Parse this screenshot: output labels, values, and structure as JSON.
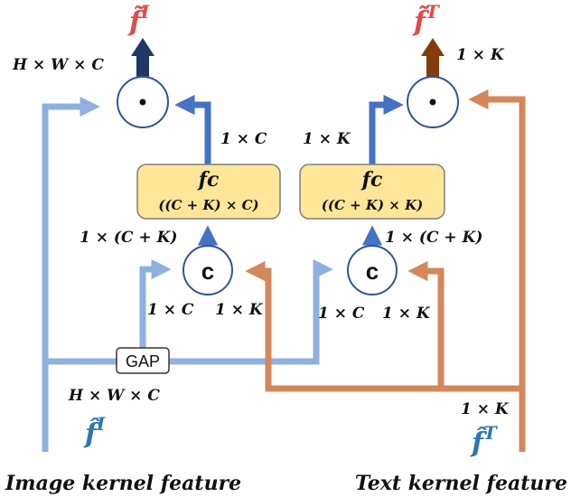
{
  "outputs": {
    "image": "f̃ I",
    "image_base": "f̃",
    "image_sup": "I",
    "text_base": "f̃",
    "text_sup": "T"
  },
  "inputs": {
    "image_base": "f̂",
    "image_sup": "I",
    "text_base": "f̂",
    "text_sup": "T"
  },
  "operators": {
    "multiply": "•",
    "concat": "c"
  },
  "fc_left": {
    "title": "fc",
    "dims": "((C + K) × C)"
  },
  "fc_right": {
    "title": "fc",
    "dims": "((C + K) × K)"
  },
  "gap_label": "GAP",
  "dims": {
    "hwc_top": "H × W × C",
    "hwc_bottom": "H × W × C",
    "one_k_top": "1 × K",
    "one_c_left": "1 × C",
    "one_k_mid": "1 × K",
    "one_ck_left": "1 × (C + K)",
    "one_ck_right": "1 × (C + K)",
    "concat_left_c": "1 × C",
    "concat_left_k": "1 × K",
    "concat_right_c": "1 × C",
    "concat_right_k": "1 × K",
    "one_k_bottom": "1 × K"
  },
  "captions": {
    "image": "Image kernel feature",
    "text": "Text kernel feature"
  },
  "colors": {
    "light_blue": "#8FB0E0",
    "blue": "#4472C4",
    "orange": "#D4875A",
    "dark_navy": "#1F3864",
    "dark_brown": "#843C0C",
    "fc_fill": "#FFE699",
    "fc_stroke": "#7F7F7F",
    "image_feature": "#2E75B6",
    "text_feature": "#2E75B6",
    "output_red": "#E04B4B"
  }
}
